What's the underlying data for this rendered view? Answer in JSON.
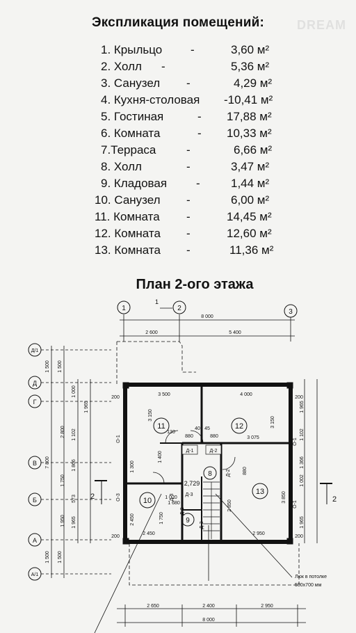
{
  "explication": {
    "title": "Экспликация помещений:",
    "rooms": [
      {
        "name": "1. Крыльцо",
        "dash": "-",
        "area": "3,60 м²"
      },
      {
        "name": "2. Холл",
        "dash": "-",
        "area": "5,36 м²"
      },
      {
        "name": "3. Санузел",
        "dash": "-",
        "area": "4,29 м²"
      },
      {
        "name": "4. Кухня-столовая",
        "dash": "",
        "area": "-10,41 м²"
      },
      {
        "name": "5. Гостиная",
        "dash": "-",
        "area": "17,88 м²"
      },
      {
        "name": "6. Комната",
        "dash": "-",
        "area": "10,33 м²"
      },
      {
        "name": "7.Терраса",
        "dash": "-",
        "area": "6,66 м²"
      },
      {
        "name": "8. Холл",
        "dash": "-",
        "area": "3,47 м²"
      },
      {
        "name": "9. Кладовая",
        "dash": "-",
        "area": "1,44 м²"
      },
      {
        "name": "10. Санузел",
        "dash": "-",
        "area": "6,00 м²"
      },
      {
        "name": "11. Комната",
        "dash": "-",
        "area": "14,45 м²"
      },
      {
        "name": "12. Комната",
        "dash": "-",
        "area": "12,60 м²"
      },
      {
        "name": "13. Комната",
        "dash": "-",
        "area": "11,36 м²"
      }
    ]
  },
  "plan": {
    "title": "План 2-ого этажа",
    "watermark": "DREAM",
    "axes_vertical": [
      "1",
      "2",
      "3"
    ],
    "axes_horizontal": [
      "Д/1",
      "Д",
      "Г",
      "В",
      "Б",
      "А",
      "А/1"
    ],
    "section_mark": "1",
    "side_marks": [
      "2",
      "2"
    ],
    "top_dims": {
      "total": "8 000",
      "left": "2 600",
      "right": "5 400"
    },
    "inner_top_dims": [
      "3 500",
      "4 000"
    ],
    "room_numbers": [
      "11",
      "12",
      "13",
      "10",
      "9",
      "8"
    ],
    "door_labels": [
      "Д-1",
      "Д-2",
      "Д-2",
      "Д-2",
      "Д-3",
      "Д-3"
    ],
    "inner_dims": [
      "3 150",
      "3 150",
      "880",
      "880",
      "3 075",
      "130",
      "40",
      "45",
      "1 400",
      "1 300",
      "1 750",
      "2 450",
      "2 450",
      "2 850",
      "3 850",
      "2 950",
      "1 020",
      "1 680",
      "880",
      "2,729",
      "Д-3",
      "200",
      "200",
      "200",
      "200"
    ],
    "left_dims": [
      "1 500",
      "1 500",
      "1 000",
      "1 965",
      "2 800",
      "1 102",
      "7 800",
      "1 750",
      "1 866",
      "573",
      "1 950",
      "1 965",
      "1 500",
      "1 500"
    ],
    "right_dims": [
      "1 965",
      "1 102",
      "1 366",
      "1 002",
      "1 965",
      "О-1",
      "О-1"
    ],
    "bottom_dims": {
      "row1": [
        "2 650",
        "2 400",
        "2 950"
      ],
      "total": "8 000"
    },
    "window_labels": [
      "О-1",
      "О-1",
      "О-3",
      "О-1",
      "О-1"
    ],
    "hatch_note": {
      "line1": "Люк в потолке",
      "line2": "500х700 мм"
    }
  }
}
